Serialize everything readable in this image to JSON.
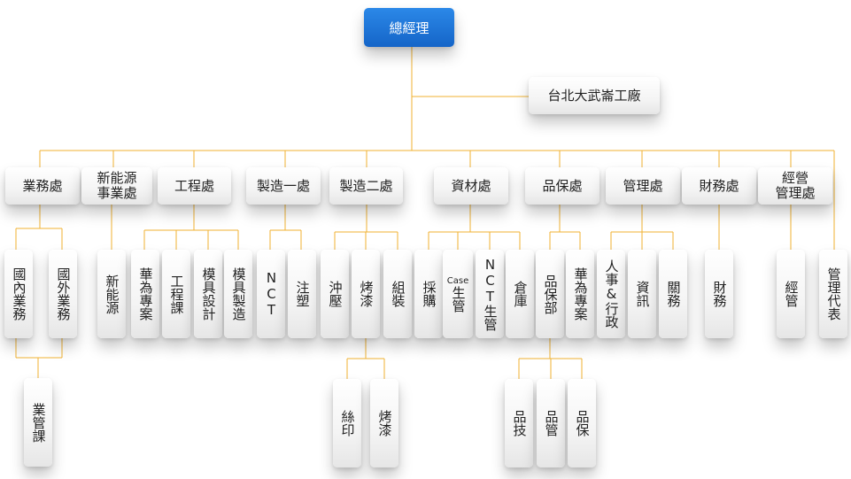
{
  "root": "總經理",
  "branch": "台北大武崙工廠",
  "departments": [
    {
      "id": "sales",
      "label": "業務處"
    },
    {
      "id": "newenergy",
      "label": "新能源\n事業處"
    },
    {
      "id": "engineering",
      "label": "工程處"
    },
    {
      "id": "mfg1",
      "label": "製造一處"
    },
    {
      "id": "mfg2",
      "label": "製造二處"
    },
    {
      "id": "materials",
      "label": "資材處"
    },
    {
      "id": "qa",
      "label": "品保處"
    },
    {
      "id": "admin",
      "label": "管理處"
    },
    {
      "id": "finance",
      "label": "財務處"
    },
    {
      "id": "mgmt",
      "label": "經營\n管理處"
    }
  ],
  "units": [
    {
      "id": "domestic",
      "label": "國內業務"
    },
    {
      "id": "overseas",
      "label": "國外業務"
    },
    {
      "id": "newenergy-unit",
      "label": "新能源"
    },
    {
      "id": "huawei1",
      "label": "華為專案"
    },
    {
      "id": "eng-section",
      "label": "工程課"
    },
    {
      "id": "mold-design",
      "label": "模具設計"
    },
    {
      "id": "mold-mfg",
      "label": "模具製造"
    },
    {
      "id": "nct",
      "label": "NCT"
    },
    {
      "id": "injection",
      "label": "注塑"
    },
    {
      "id": "stamping",
      "label": "沖壓"
    },
    {
      "id": "paint",
      "label": "烤漆"
    },
    {
      "id": "assembly",
      "label": "組裝"
    },
    {
      "id": "purchasing",
      "label": "採購"
    },
    {
      "id": "case-prod",
      "label": "生管",
      "prefix": "Case"
    },
    {
      "id": "nct-prod",
      "label": "NCT生管"
    },
    {
      "id": "warehouse",
      "label": "倉庫"
    },
    {
      "id": "qa-dept",
      "label": "品保部"
    },
    {
      "id": "huawei2",
      "label": "華為專案"
    },
    {
      "id": "hr",
      "label": "人事&行政"
    },
    {
      "id": "it",
      "label": "資訊"
    },
    {
      "id": "customs",
      "label": "關務"
    },
    {
      "id": "finance-unit",
      "label": "財務"
    },
    {
      "id": "operations",
      "label": "經管"
    },
    {
      "id": "mgmt-rep",
      "label": "管理代表"
    }
  ],
  "subunits": [
    {
      "id": "sales-admin",
      "label": "業管課"
    },
    {
      "id": "silkscreen",
      "label": "絲印"
    },
    {
      "id": "paint2",
      "label": "烤漆"
    },
    {
      "id": "qe",
      "label": "品技"
    },
    {
      "id": "qm",
      "label": "品管"
    },
    {
      "id": "qg",
      "label": "品保"
    }
  ],
  "colors": {
    "connector": "#f0b232",
    "root_start": "#2b88e8",
    "root_end": "#1565c8"
  }
}
